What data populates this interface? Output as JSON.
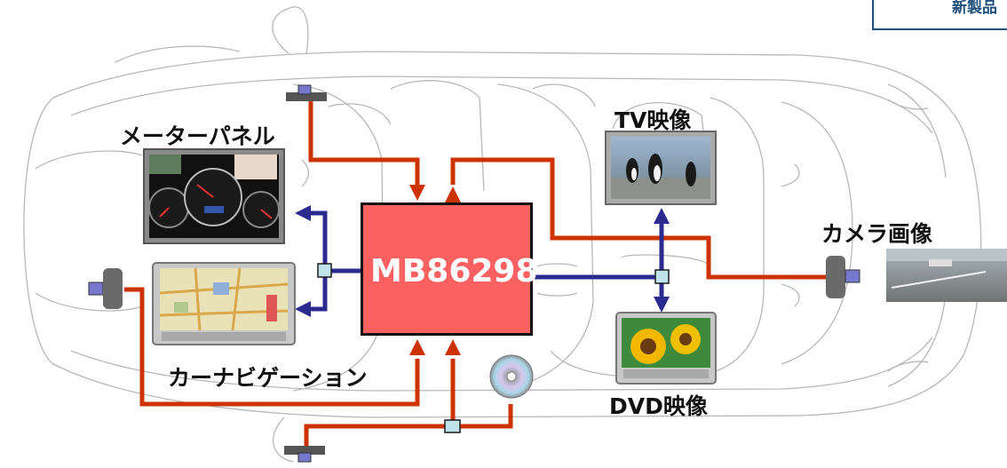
{
  "badge_text": "新製品",
  "chip_label": "MB86298",
  "labels": {
    "meter_panel": "メーターパネル",
    "car_navigation": "カーナビゲーション",
    "tv_video": "TV映像",
    "dvd_video": "DVD映像",
    "camera_image": "カメラ画像"
  },
  "colors": {
    "video_line": "#cc3300",
    "display_line": "#2b2b8f",
    "chip_fill": "#fb6161",
    "connector": "#bfe3ea",
    "car_outline": "#b8b8b8"
  }
}
